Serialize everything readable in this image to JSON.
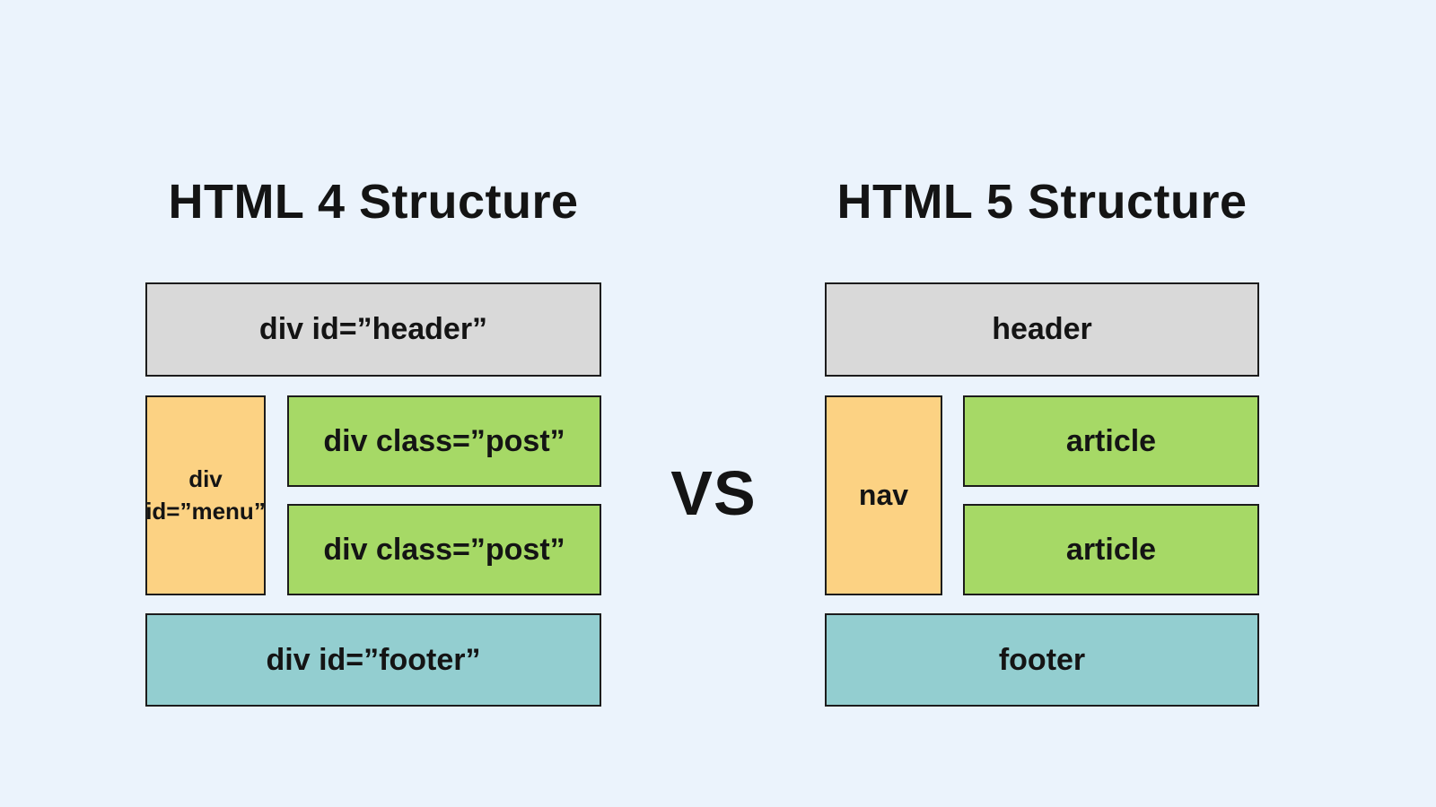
{
  "versus_label": "VS",
  "colors": {
    "background": "#ebf3fc",
    "header_fill": "#d9d9d9",
    "sidebar_fill": "#fcd283",
    "content_fill": "#a6d966",
    "footer_fill": "#93ced0",
    "border": "#1c1c1c",
    "text": "#141414"
  },
  "left_panel": {
    "title": "HTML 4 Structure",
    "header": "div id=”header”",
    "sidebar_line1": "div",
    "sidebar_line2": "id=”menu”",
    "post1": "div class=”post”",
    "post2": "div class=”post”",
    "footer": "div id=”footer”"
  },
  "right_panel": {
    "title": "HTML 5 Structure",
    "header": "header",
    "sidebar_line1": "nav",
    "sidebar_line2": "",
    "post1": "article",
    "post2": "article",
    "footer": "footer"
  }
}
